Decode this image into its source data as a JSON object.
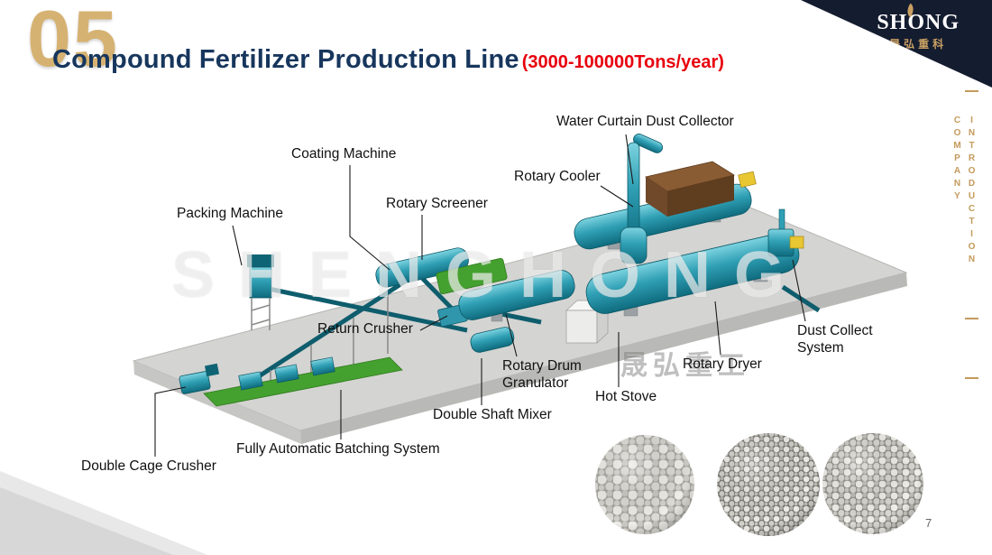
{
  "slide": {
    "badge_number": "05",
    "title": "Compound Fertilizer Production Line",
    "capacity_range": "(3000-100000Tons/year)",
    "page_number": "7"
  },
  "brand": {
    "logo_text": "SHONG",
    "logo_chinese": "晟弘重科"
  },
  "side_tab": {
    "line1": "COMPANY",
    "line2": "INTRODUCTION"
  },
  "watermark": {
    "latin": "SHENGHONG",
    "chinese": "晟弘重工"
  },
  "diagram": {
    "labels": [
      {
        "id": "packing-machine",
        "text": "Packing Machine"
      },
      {
        "id": "coating-machine",
        "text": "Coating Machine"
      },
      {
        "id": "rotary-screener",
        "text": "Rotary Screener"
      },
      {
        "id": "rotary-cooler",
        "text": "Rotary Cooler"
      },
      {
        "id": "water-curtain-dust-collector",
        "text": "Water Curtain Dust Collector"
      },
      {
        "id": "return-crusher",
        "text": "Return Crusher"
      },
      {
        "id": "rotary-drum-granulator",
        "text": "Rotary Drum\nGranulator"
      },
      {
        "id": "hot-stove",
        "text": "Hot Stove"
      },
      {
        "id": "rotary-dryer",
        "text": "Rotary Dryer"
      },
      {
        "id": "dust-collect-system",
        "text": "Dust Collect\nSystem"
      },
      {
        "id": "double-shaft-mixer",
        "text": "Double Shaft Mixer"
      },
      {
        "id": "fully-automatic-batching-system",
        "text": "Fully Automatic Batching System"
      },
      {
        "id": "double-cage-crusher",
        "text": "Double Cage Crusher"
      }
    ]
  },
  "colors": {
    "title_navy": "#17365d",
    "capacity_red": "#e8000d",
    "gold": "#c49a5c",
    "badge_gold": "#d6b272",
    "corner_navy": "#141c30",
    "machine_teal": "#2f9fb4",
    "machine_green": "#45a12f",
    "platform_gray": "#d4d4d2"
  }
}
